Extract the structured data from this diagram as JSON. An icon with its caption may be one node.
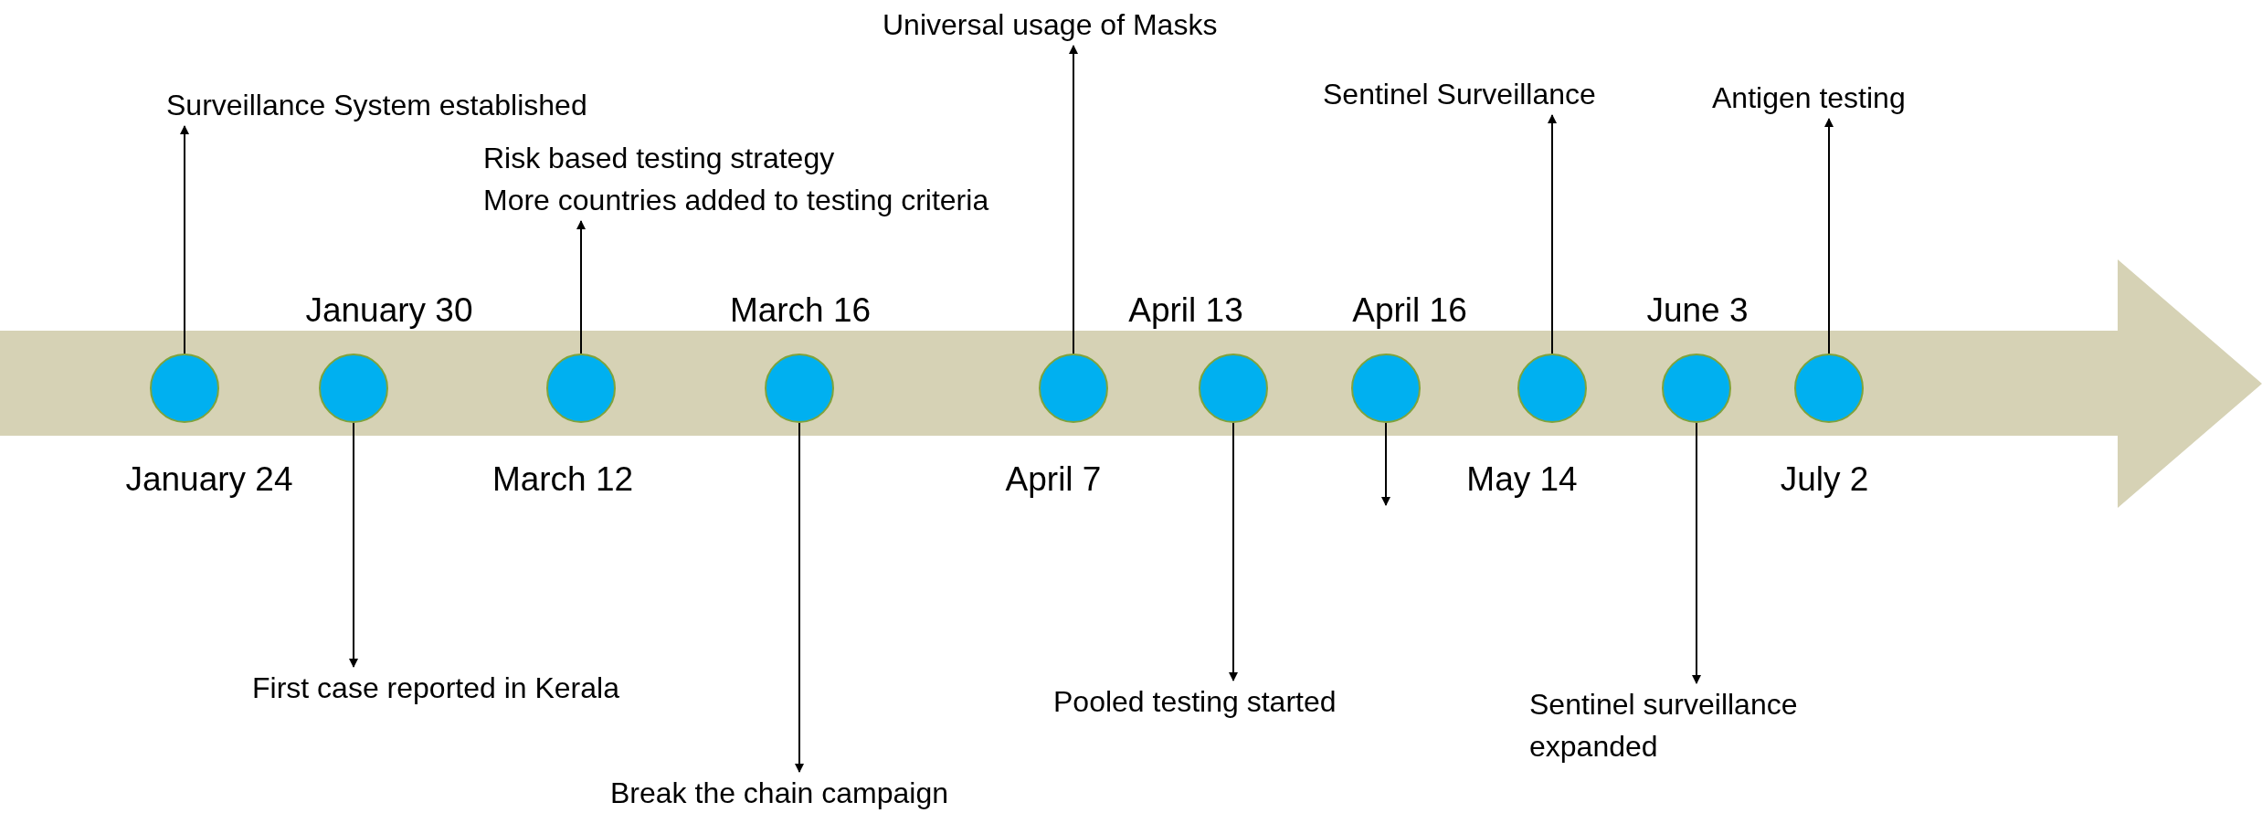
{
  "diagram": {
    "nodes": [
      {
        "text": [],
        "shape": "circle",
        "beside": [
          "January 24"
        ]
      },
      {
        "text": [],
        "shape": "circle",
        "beside": [
          "January 30"
        ]
      },
      {
        "text": [],
        "shape": "circle",
        "beside": [
          "March 12"
        ]
      },
      {
        "text": [],
        "shape": "circle",
        "beside": [
          "March 16"
        ]
      },
      {
        "text": [],
        "shape": "circle",
        "beside": [
          "April 7"
        ]
      },
      {
        "text": [],
        "shape": "circle",
        "beside": [
          "April 13"
        ]
      },
      {
        "text": [],
        "shape": "circle",
        "beside": [
          "April 16"
        ]
      },
      {
        "text": [],
        "shape": "circle",
        "beside": [
          "May 14"
        ]
      },
      {
        "text": [],
        "shape": "circle",
        "beside": [
          "June 3"
        ]
      },
      {
        "text": [],
        "shape": "circle",
        "beside": [
          "July 2"
        ]
      },
      {
        "text": [
          "Surveillance System established"
        ]
      },
      {
        "text": [
          "First case reported in Kerala"
        ]
      },
      {
        "text": [
          "Risk based testing strategy",
          "More countries added to testing criteria"
        ]
      },
      {
        "text": [
          "Break the chain campaign"
        ]
      },
      {
        "text": [
          "Universal usage of Masks"
        ]
      },
      {
        "text": [
          "Pooled testing started"
        ]
      },
      {
        "text": [
          "Sentinel Surveillance"
        ]
      },
      {
        "text": [
          "Sentinel surveillance expanded"
        ]
      },
      {
        "text": [
          "Antigen testing"
        ]
      }
    ],
    "edges": [
      {
        "from": 0,
        "to": 10,
        "arrow": "to"
      },
      {
        "from": 1,
        "to": 11,
        "arrow": "to"
      },
      {
        "from": 2,
        "to": 12,
        "arrow": "to"
      },
      {
        "from": 3,
        "to": 13,
        "arrow": "to"
      },
      {
        "from": 4,
        "to": 14,
        "arrow": "to"
      },
      {
        "from": 5,
        "to": 15,
        "arrow": "to"
      },
      {
        "from": 6,
        "to": null,
        "arrow": "to"
      },
      {
        "from": 7,
        "to": 16,
        "arrow": "to"
      },
      {
        "from": 8,
        "to": 17,
        "arrow": "to"
      },
      {
        "from": 9,
        "to": 18,
        "arrow": "to"
      }
    ]
  }
}
